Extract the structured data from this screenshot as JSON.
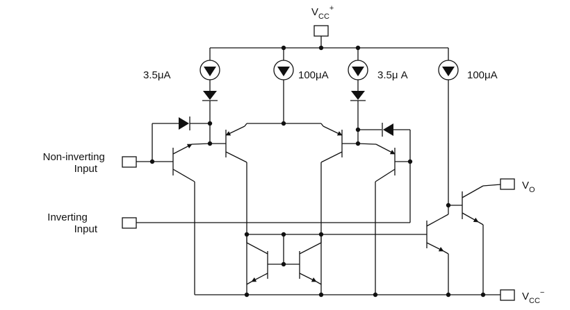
{
  "labels": {
    "vcc_plus_main": "V",
    "vcc_plus_sub": "CC",
    "vcc_plus_sup": "+",
    "vcc_minus_main": "V",
    "vcc_minus_sub": "CC",
    "vcc_minus_sup": "−",
    "vo_main": "V",
    "vo_sub": "O",
    "non_inverting_line1": "Non-inverting",
    "non_inverting_line2": "Input",
    "inverting_line1": "Inverting",
    "inverting_line2": "Input",
    "current_source_1": "3.5μA",
    "current_source_2": "100μA",
    "current_source_3": "3.5μ A",
    "current_source_4": "100μA"
  },
  "colors": {
    "ink": "#111111",
    "background": "#ffffff"
  }
}
